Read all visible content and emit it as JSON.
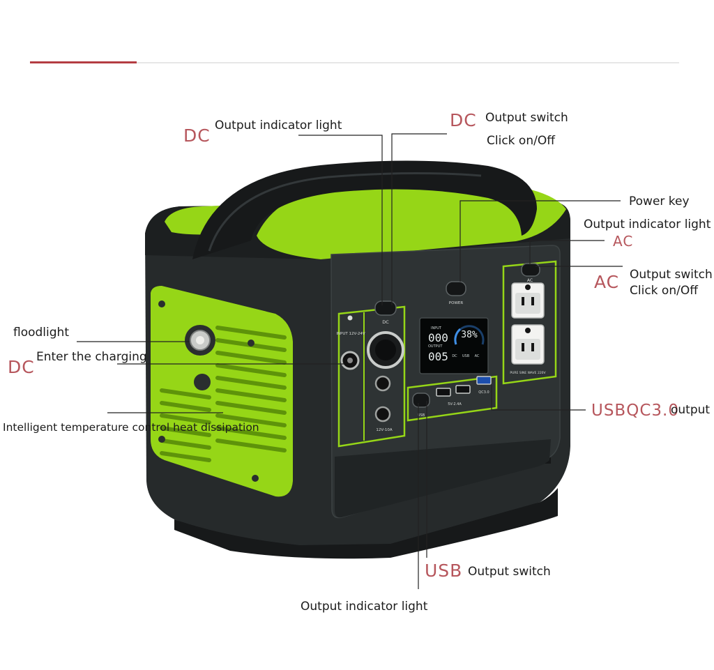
{
  "colors": {
    "accent": "#b43c42",
    "tag_text": "#b6565c",
    "body": "#262a2b",
    "body_dark": "#141617",
    "green": "#96d617",
    "green_dark": "#6da40c",
    "leader": "#222222",
    "rule_light": "#e6e6e6"
  },
  "labels": {
    "dc_indicator_tag": "DC",
    "dc_indicator_text": "Output indicator light",
    "dc_switch_tag": "DC",
    "dc_switch_text": "Output switch",
    "dc_switch_sub": "Click on/Off",
    "power_key": "Power key",
    "ac_indicator_text": "Output indicator light",
    "ac_indicator_tag": "AC",
    "ac_switch_tag": "AC",
    "ac_switch_text": "Output switch",
    "ac_switch_sub": "Click on/Off",
    "floodlight": "floodlight",
    "charging_tag": "DC",
    "charging_text": "Enter the charging",
    "heat": "Intelligent temperature control heat dissipation",
    "usbqc_tag": "USBQC3.0",
    "usbqc_text": "output",
    "usb_tag": "USB",
    "usb_switch_text": "Output switch",
    "usb_indicator_text": "Output indicator light"
  },
  "device": {
    "input_label": "INPUT 12V-24V",
    "dc_port_label": "DC",
    "dc_rating": "12V-10A",
    "power_label": "POWER",
    "ac_label": "AC",
    "ac_rating": "PURE SINE WAVE 220V",
    "usb_switch_label": "USB",
    "usb_rating": "5V-2.4A",
    "qc_label": "QC3.0",
    "lcd": {
      "input_tag": "INPUT",
      "input_value": "000",
      "output_tag": "OUTPUT",
      "output_value": "005",
      "percent": "38%",
      "modes": [
        "DC",
        "USB",
        "AC"
      ]
    }
  }
}
